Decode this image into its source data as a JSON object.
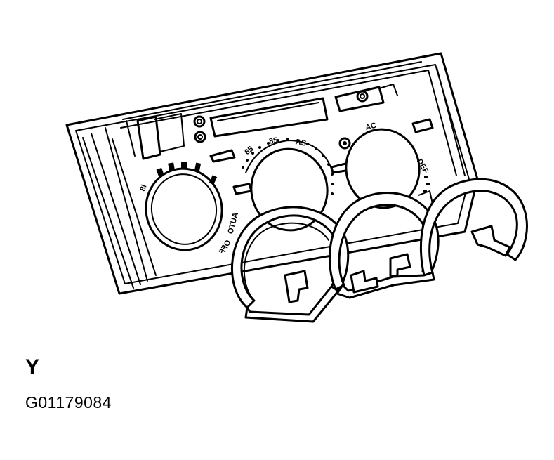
{
  "view_label": "Y",
  "figure_id": "G01179084",
  "panel_markings": {
    "auto_mark": "OTUA",
    "fan_lo": "ꟻꟻO",
    "scale_left": "8I",
    "temp_marks": [
      "85",
      "AS",
      "65"
    ],
    "mode_marks": [
      "AC",
      "DEF"
    ]
  }
}
